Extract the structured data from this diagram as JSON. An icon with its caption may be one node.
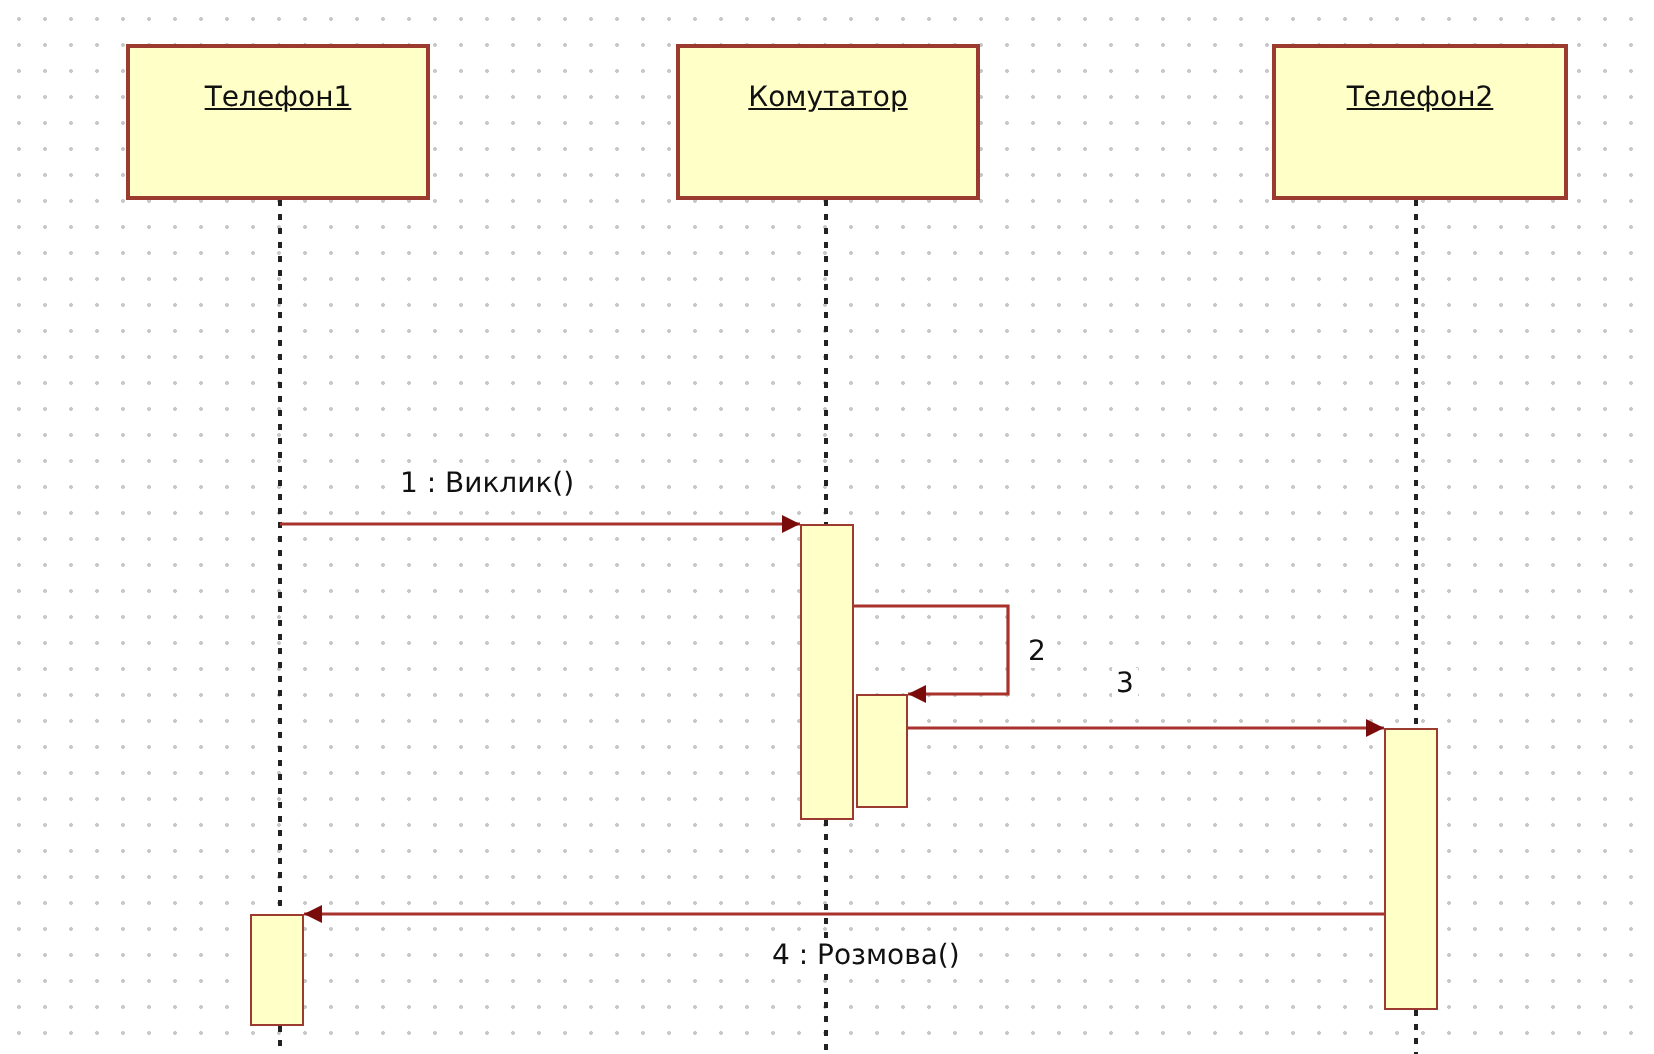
{
  "diagram": {
    "nodes": [
      {
        "text": [
          "Телефон1"
        ]
      },
      {
        "text": [
          "Комутатор"
        ]
      },
      {
        "text": [
          "Телефон2"
        ]
      },
      {
        "text": [],
        "shape": "bar"
      },
      {
        "text": [],
        "shape": "bar"
      },
      {
        "text": [],
        "shape": "bar"
      },
      {
        "text": [],
        "shape": "bar"
      }
    ],
    "edges": [
      {
        "from": 0,
        "to": 6,
        "arrow": "none",
        "style": "dashed",
        "color": "#222222"
      },
      {
        "from": 1,
        "to": 3,
        "arrow": "none",
        "style": "dashed",
        "color": "#222222"
      },
      {
        "from": 2,
        "to": 5,
        "arrow": "none",
        "style": "dashed",
        "color": "#222222"
      },
      {
        "from": null,
        "to": 3,
        "arrow": "to",
        "label": "1 : Виклик()"
      },
      {
        "from": 3,
        "to": 4,
        "arrow": "to",
        "label": "2"
      },
      {
        "from": 4,
        "to": 5,
        "arrow": "to",
        "label": "3"
      },
      {
        "from": 5,
        "to": 6,
        "arrow": "to",
        "label": "4 : Розмова()"
      }
    ]
  }
}
